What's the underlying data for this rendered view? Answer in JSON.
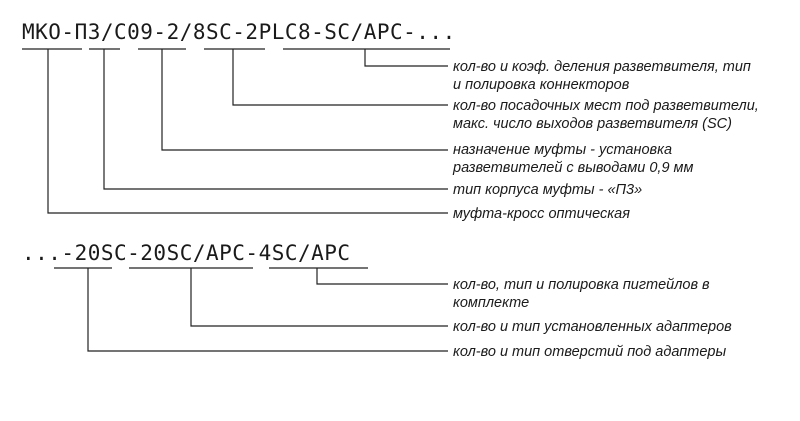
{
  "code_line_1": "МКО-П3/С09-2/8SC-2PLC8-SC/APC-...",
  "code_line_2": "...-20SC-20SC/APC-4SC/APC",
  "labels_1": [
    {
      "line1": "кол-во и коэф. деления разветвителя, тип",
      "line2": "и полировка коннекторов"
    },
    {
      "line1": "кол-во посадочных мест под разветвители,",
      "line2": "макс. число выходов разветвителя (SC)"
    },
    {
      "line1": "назначение муфты - установка",
      "line2": "разветвителей с выводами 0,9 мм"
    },
    {
      "line1": "тип корпуса муфты - «П3»"
    },
    {
      "line1": "муфта-кросс оптическая"
    }
  ],
  "labels_2": [
    {
      "line1": "кол-во, тип и полировка пигтейлов в",
      "line2": "комплекте"
    },
    {
      "line1": "кол-во и тип установленных адаптеров"
    },
    {
      "line1": "кол-во и тип отверстий под адаптеры"
    }
  ]
}
